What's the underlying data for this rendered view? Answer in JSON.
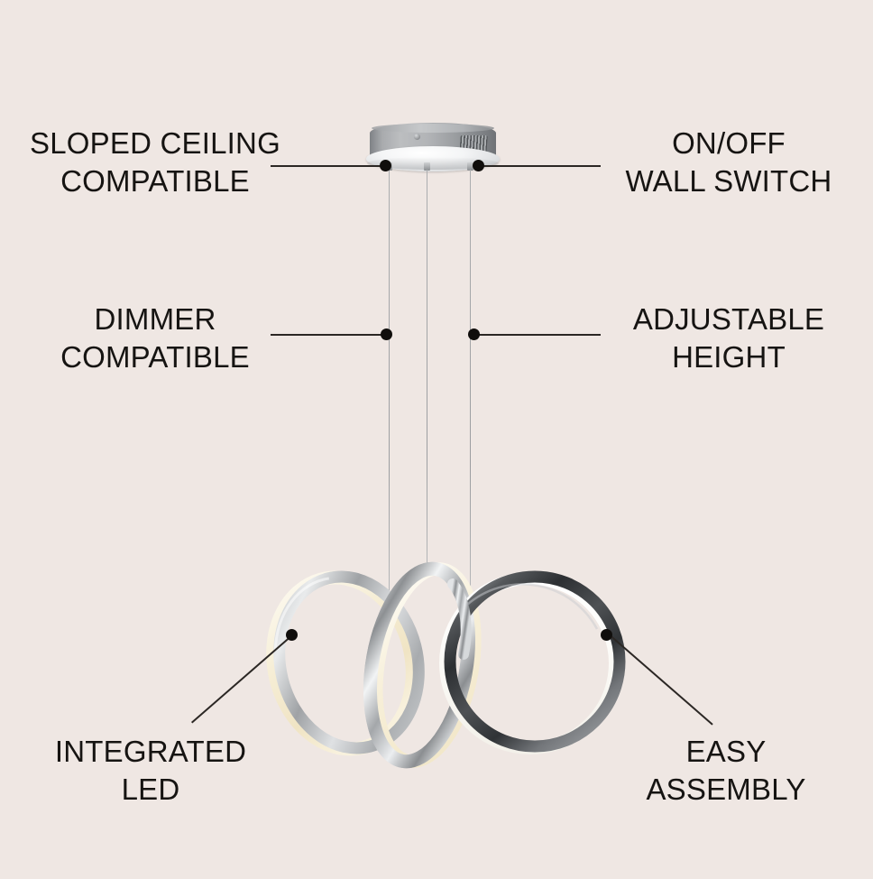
{
  "page": {
    "background_color": "#EFE7E3",
    "text_color": "#161412",
    "leader_color": "#2B2724",
    "product": "three-ring LED pendant chandelier"
  },
  "features": [
    {
      "id": "sloped-ceiling",
      "line1": "SLOPED CEILING",
      "line2": "COMPATIBLE",
      "side": "left",
      "row": "top"
    },
    {
      "id": "onoff-switch",
      "line1": "ON/OFF",
      "line2": "WALL SWITCH",
      "side": "right",
      "row": "top"
    },
    {
      "id": "dimmer",
      "line1": "DIMMER",
      "line2": "COMPATIBLE",
      "side": "left",
      "row": "middle"
    },
    {
      "id": "adjustable-height",
      "line1": "ADJUSTABLE",
      "line2": "HEIGHT",
      "side": "right",
      "row": "middle"
    },
    {
      "id": "integrated-led",
      "line1": "INTEGRATED",
      "line2": "LED",
      "side": "left",
      "row": "bottom"
    },
    {
      "id": "easy-assembly",
      "line1": "EASY",
      "line2": "ASSEMBLY",
      "side": "right",
      "row": "bottom"
    }
  ],
  "fixture": {
    "canopy": {
      "name": "ceiling-canopy",
      "body_color": "#A9ABAE",
      "plate_color": "#F4F5F6",
      "vent_color": "#4B4E51"
    },
    "cables": {
      "name": "suspension-cables",
      "count": 3,
      "color": "#A3A5A8"
    },
    "rings": [
      {
        "name": "ring-left",
        "outer_color": "#C3C6C9",
        "led_color": "#F7EFD9"
      },
      {
        "name": "ring-center",
        "outer_color": "#CED1D4",
        "led_color": "#FBF4E2"
      },
      {
        "name": "ring-right",
        "outer_color": "#4A4D50",
        "led_color": "#FBFAF7"
      }
    ]
  },
  "callouts": {
    "dot_color": "#100E0C",
    "line_color": "#2B2724"
  }
}
